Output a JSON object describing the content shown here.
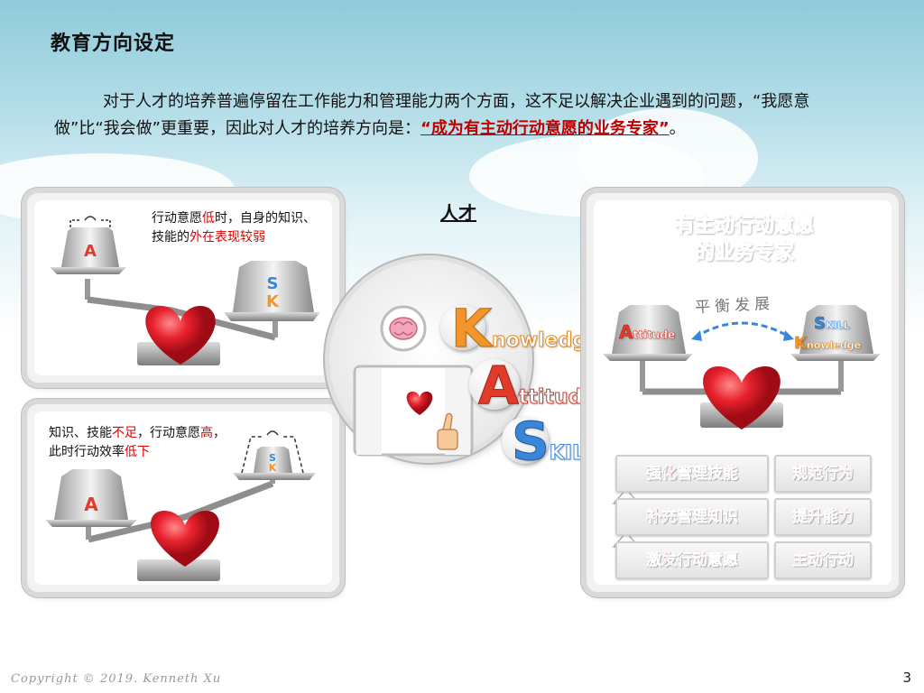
{
  "slide": {
    "title": "教育方向设定",
    "intro_part1": "对于人才的培养普遍停留在工作能力和管理能力两个方面，这不足以解决企业遇到的问题，“我愿意做”比“我会做”更重要，因此对人才的培养方向是：",
    "intro_highlight": "“成为有主动行动意愿的业务专家”",
    "intro_end": "。"
  },
  "left_top": {
    "text_a": "行动意愿",
    "text_b": "低",
    "text_c": "时，自身的知识、技能的",
    "text_d": "外在表现较弱",
    "weight_left": "A",
    "weight_right_s": "S",
    "weight_right_k": "K"
  },
  "left_bottom": {
    "text_a": "知识、技能",
    "text_b": "不足",
    "text_c": "，行动意愿",
    "text_d": "高",
    "text_e": "，此时行动效率",
    "text_f": "低下",
    "weight_left": "A",
    "weight_right_s": "S",
    "weight_right_k": "K"
  },
  "center": {
    "label": "人才",
    "knowledge_initial": "K",
    "knowledge_rest": "nowledge",
    "attitude_initial": "A",
    "attitude_rest": "ttitude",
    "skill_initial": "S",
    "skill_rest": "KILL"
  },
  "right": {
    "title_line1": "有主动行动意愿",
    "title_line2": "的业务专家",
    "balance_label": "平衡发展",
    "weight_left_initial": "A",
    "weight_left_rest": "ttitude",
    "weight_right_s_initial": "S",
    "weight_right_s_rest": "KILL",
    "weight_right_k_initial": "K",
    "weight_right_k_rest": "nowledge",
    "grid": [
      [
        "强化管理技能",
        "规范行为"
      ],
      [
        "补充管理知识",
        "提升能力"
      ],
      [
        "激发行动意愿",
        "主动行动"
      ]
    ]
  },
  "footer": {
    "copyright": "Copyright © 2019. Kenneth Xu",
    "page": "3"
  },
  "colors": {
    "accent_red": "#e00000",
    "heart_red": "#e8222e",
    "knowledge_orange": "#f3952a",
    "attitude_red": "#e33b2b",
    "skill_blue": "#3a86d9"
  }
}
